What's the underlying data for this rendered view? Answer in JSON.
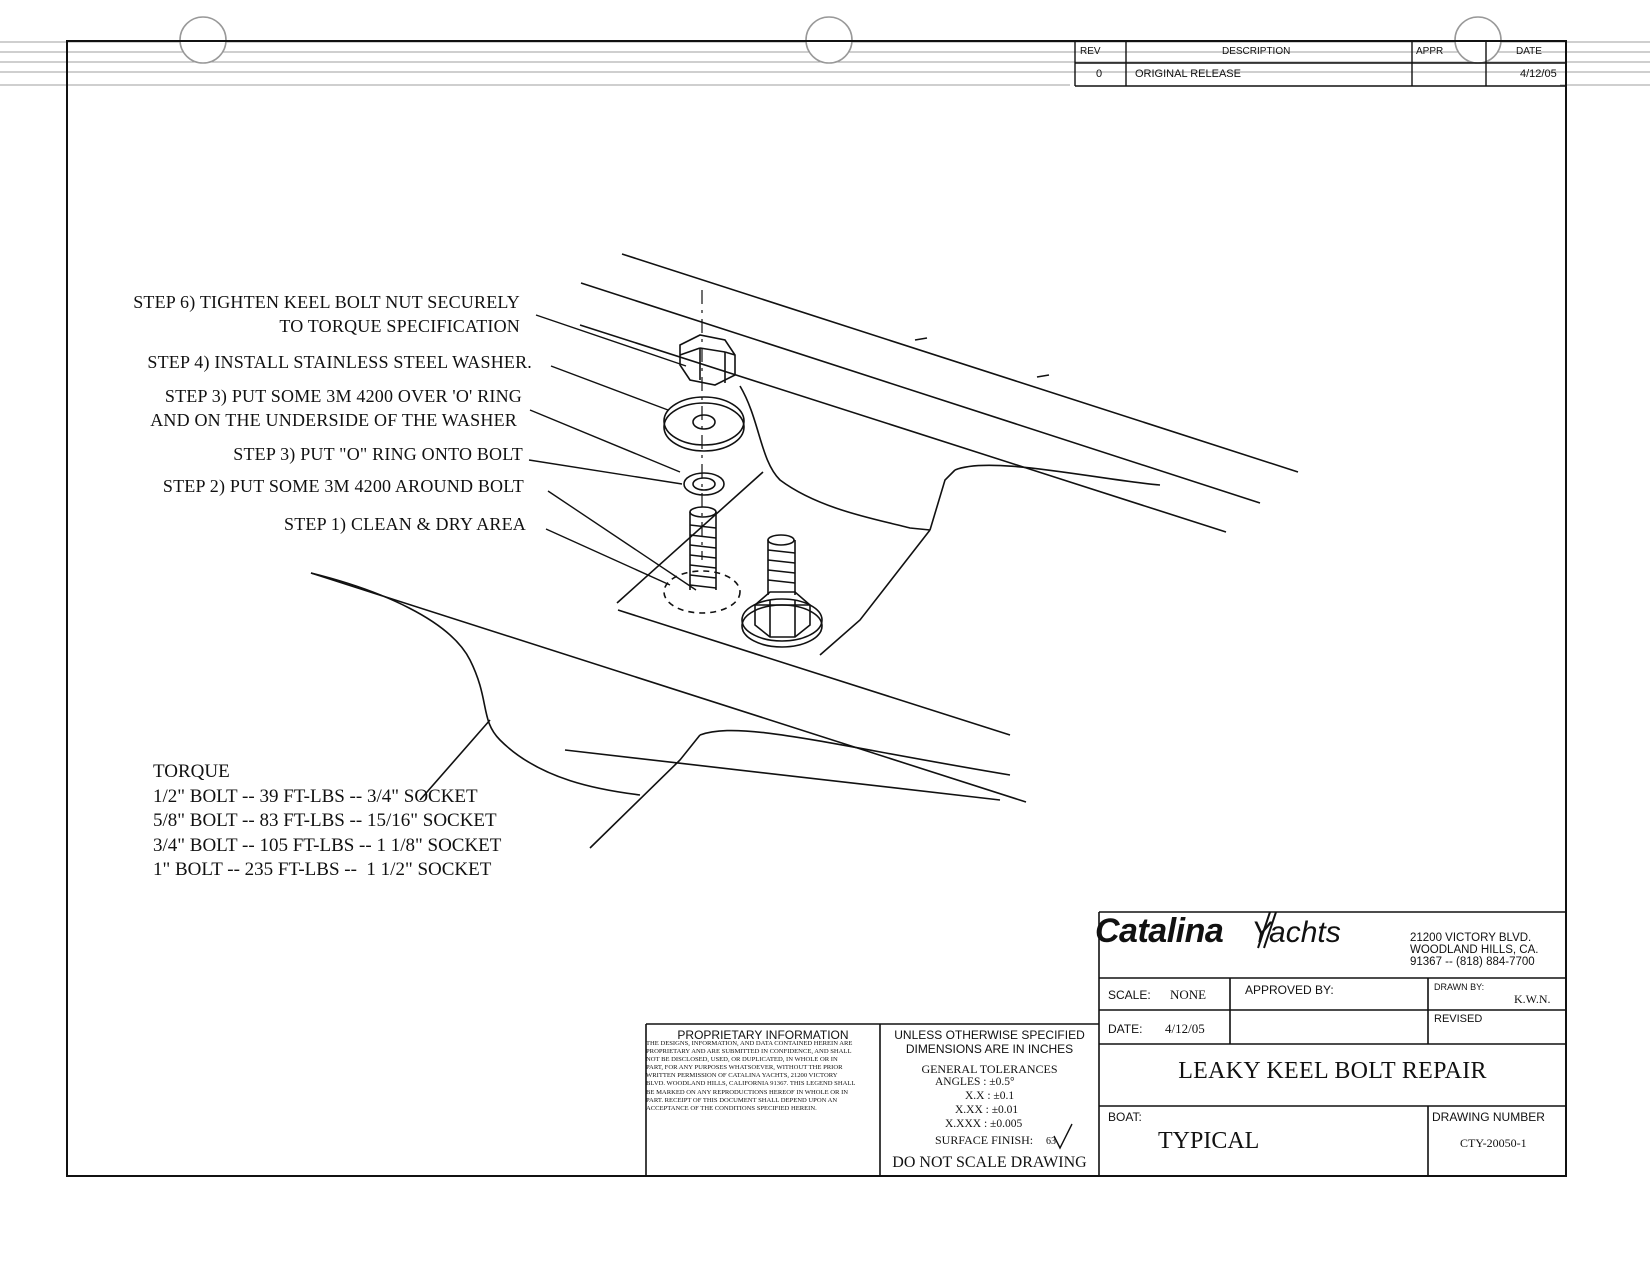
{
  "revision_block": {
    "headers": {
      "rev": "REV",
      "description": "DESCRIPTION",
      "approved": "APPR",
      "date": "DATE"
    },
    "row": {
      "rev": "0",
      "description": "ORIGINAL RELEASE",
      "date": "4/12/05"
    }
  },
  "steps": [
    "STEP 6) TIGHTEN KEEL BOLT NUT SECURELY",
    "TO TORQUE SPECIFICATION",
    "STEP 4) INSTALL STAINLESS STEEL WASHER.",
    "STEP 3) PUT SOME 3M 4200 OVER 'O' RING",
    "AND ON THE UNDERSIDE OF THE WASHER",
    "STEP 3) PUT \"O\" RING ONTO BOLT",
    "STEP 2) PUT SOME 3M 4200 AROUND BOLT",
    "STEP 1) CLEAN & DRY AREA"
  ],
  "torque": {
    "title": "TORQUE",
    "rows": [
      "1/2\" BOLT -- 39 FT-LBS -- 3/4\" SOCKET",
      "5/8\" BOLT -- 83 FT-LBS -- 15/16\" SOCKET",
      "3/4\" BOLT -- 105 FT-LBS -- 1 1/8\" SOCKET",
      "1\" BOLT -- 235 FT-LBS --  1 1/2\" SOCKET"
    ]
  },
  "title_block": {
    "logo_bold": "Catalina",
    "logo_light": "Yachts",
    "address": [
      "21200 VICTORY BLVD.",
      "WOODLAND HILLS, CA.",
      "91367 -- (818) 884-7700"
    ],
    "scale_label": "SCALE:",
    "scale_value": "NONE",
    "approved_label": "APPROVED BY:",
    "drawn_label": "DRAWN BY:",
    "drawn_value": "K.W.N.",
    "date_label": "DATE:",
    "date_value": "4/12/05",
    "revised_label": "REVISED",
    "title": "LEAKY KEEL BOLT REPAIR",
    "boat_label": "BOAT:",
    "boat_value": "TYPICAL",
    "drawing_number_label": "DRAWING NUMBER",
    "drawing_number": "CTY-20050-1"
  },
  "proprietary": {
    "heading": "PROPRIETARY INFORMATION",
    "body": "THE DESIGNS, INFORMATION, AND DATA CONTAINED HEREIN ARE PROPRIETARY AND ARE SUBMITTED IN CONFIDENCE, AND SHALL NOT BE DISCLOSED, USED, OR DUPLICATED, IN WHOLE OR IN PART, FOR ANY PURPOSES WHATSOEVER, WITHOUT THE PRIOR WRITTEN PERMISSION OF CATALINA YACHTS, 21200 VICTORY BLVD. WOODLAND HILLS, CALIFORNIA 91367. THIS LEGEND SHALL BE MARKED ON ANY REPRODUCTIONS HEREOF IN WHOLE OR IN PART. RECEIPT OF THIS DOCUMENT SHALL DEPEND UPON AN ACCEPTANCE OF THE CONDITIONS SPECIFIED HEREIN."
  },
  "tolerances": {
    "line1": "UNLESS OTHERWISE SPECIFIED",
    "line2": "DIMENSIONS ARE IN INCHES",
    "heading": "GENERAL TOLERANCES",
    "angles": "ANGLES : ±0.5°",
    "x1": "X.X : ±0.1",
    "x2": "X.XX : ±0.01",
    "x3": "X.XXX : ±0.005",
    "surface_finish": "SURFACE FINISH:",
    "surface_value": "63",
    "do_not_scale": "DO NOT SCALE DRAWING"
  }
}
